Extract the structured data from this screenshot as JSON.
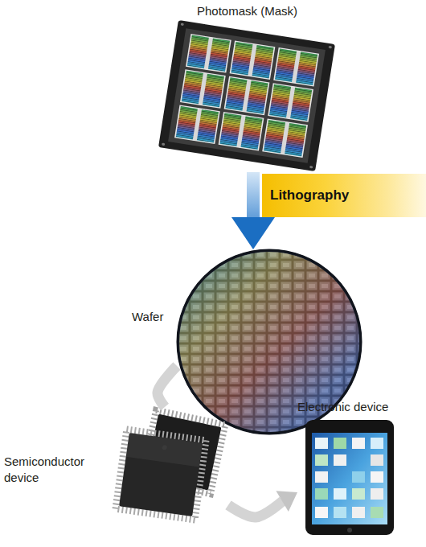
{
  "diagram": {
    "nodes": [
      {
        "text": [
          "Photomask (Mask)"
        ]
      },
      {
        "text": [
          "Lithography"
        ]
      },
      {
        "text": [
          "Wafer"
        ]
      },
      {
        "text": [
          "Semiconductor device"
        ]
      },
      {
        "text": [
          "Electronic device"
        ]
      }
    ],
    "edges": [
      {
        "from": 0,
        "to": 2,
        "arrow": "to"
      },
      {
        "from": 2,
        "to": 3,
        "arrow": "none"
      },
      {
        "from": 3,
        "to": 4,
        "arrow": "to"
      }
    ]
  }
}
